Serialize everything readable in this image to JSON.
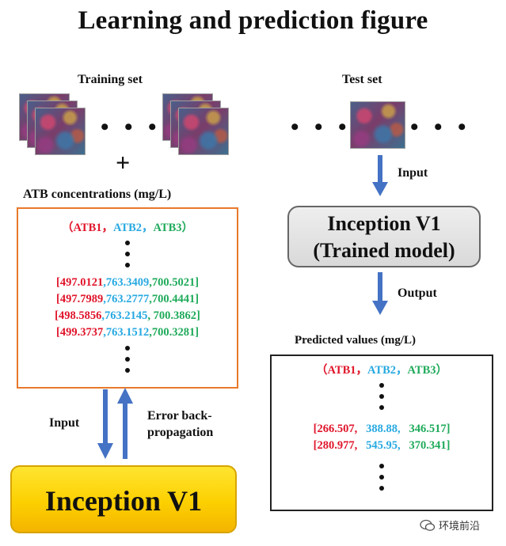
{
  "title": "Learning and prediction figure",
  "training_set": {
    "label": "Training set",
    "plus": "+",
    "ellipsis": "• • •",
    "concentrations_label": "ATB concentrations (mg/L)",
    "header": {
      "open": "（",
      "atb1": "ATB1",
      "sep1": "，",
      "atb2": "ATB2",
      "sep2": "，",
      "atb3": "ATB3",
      "close": "）"
    },
    "rows": [
      {
        "open": "[",
        "v1": "497.0121",
        "v2": ",763.3409",
        "v3": ",700.5021",
        "close": "]"
      },
      {
        "open": "[",
        "v1": "497.7989",
        "v2": ",763.2777",
        "v3": ",700.4441",
        "close": "]"
      },
      {
        "open": "[",
        "v1": "498.5856",
        "v2": ",763.2145",
        "v3": ", 700.3862",
        "close": "]"
      },
      {
        "open": "[",
        "v1": "499.3737",
        "v2": ",763.1512",
        "v3": ",700.3281",
        "close": "]"
      }
    ]
  },
  "test_set": {
    "label": "Test set",
    "ellipsis_left": "• • •",
    "ellipsis_right": "• • •",
    "input_label": "Input"
  },
  "trained_model": {
    "line1": "Inception V1",
    "line2": "(Trained model)"
  },
  "output_label": "Output",
  "predicted": {
    "label": "Predicted values (mg/L)",
    "header": {
      "open": "（",
      "atb1": "ATB1",
      "sep1": "，",
      "atb2": "ATB2",
      "sep2": "，",
      "atb3": "ATB3",
      "close": "）"
    },
    "rows": [
      {
        "open": "[",
        "v1": "266.507,",
        "v2": "388.88,",
        "v3": "346.517",
        "close": "]"
      },
      {
        "open": "[",
        "v1": "280.977,",
        "v2": "545.95,",
        "v3": "370.341",
        "close": "]"
      }
    ]
  },
  "training_flow": {
    "input_label": "Input",
    "error_label_1": "Error back-",
    "error_label_2": "propagation"
  },
  "model": {
    "label": "Inception V1"
  },
  "watermark": {
    "text": "环境前沿"
  },
  "colors": {
    "atb1": "#e0142a",
    "atb2": "#27a9e1",
    "atb3": "#1eaa5a",
    "arrow": "#4472c4",
    "box_border": "#e8792a"
  }
}
